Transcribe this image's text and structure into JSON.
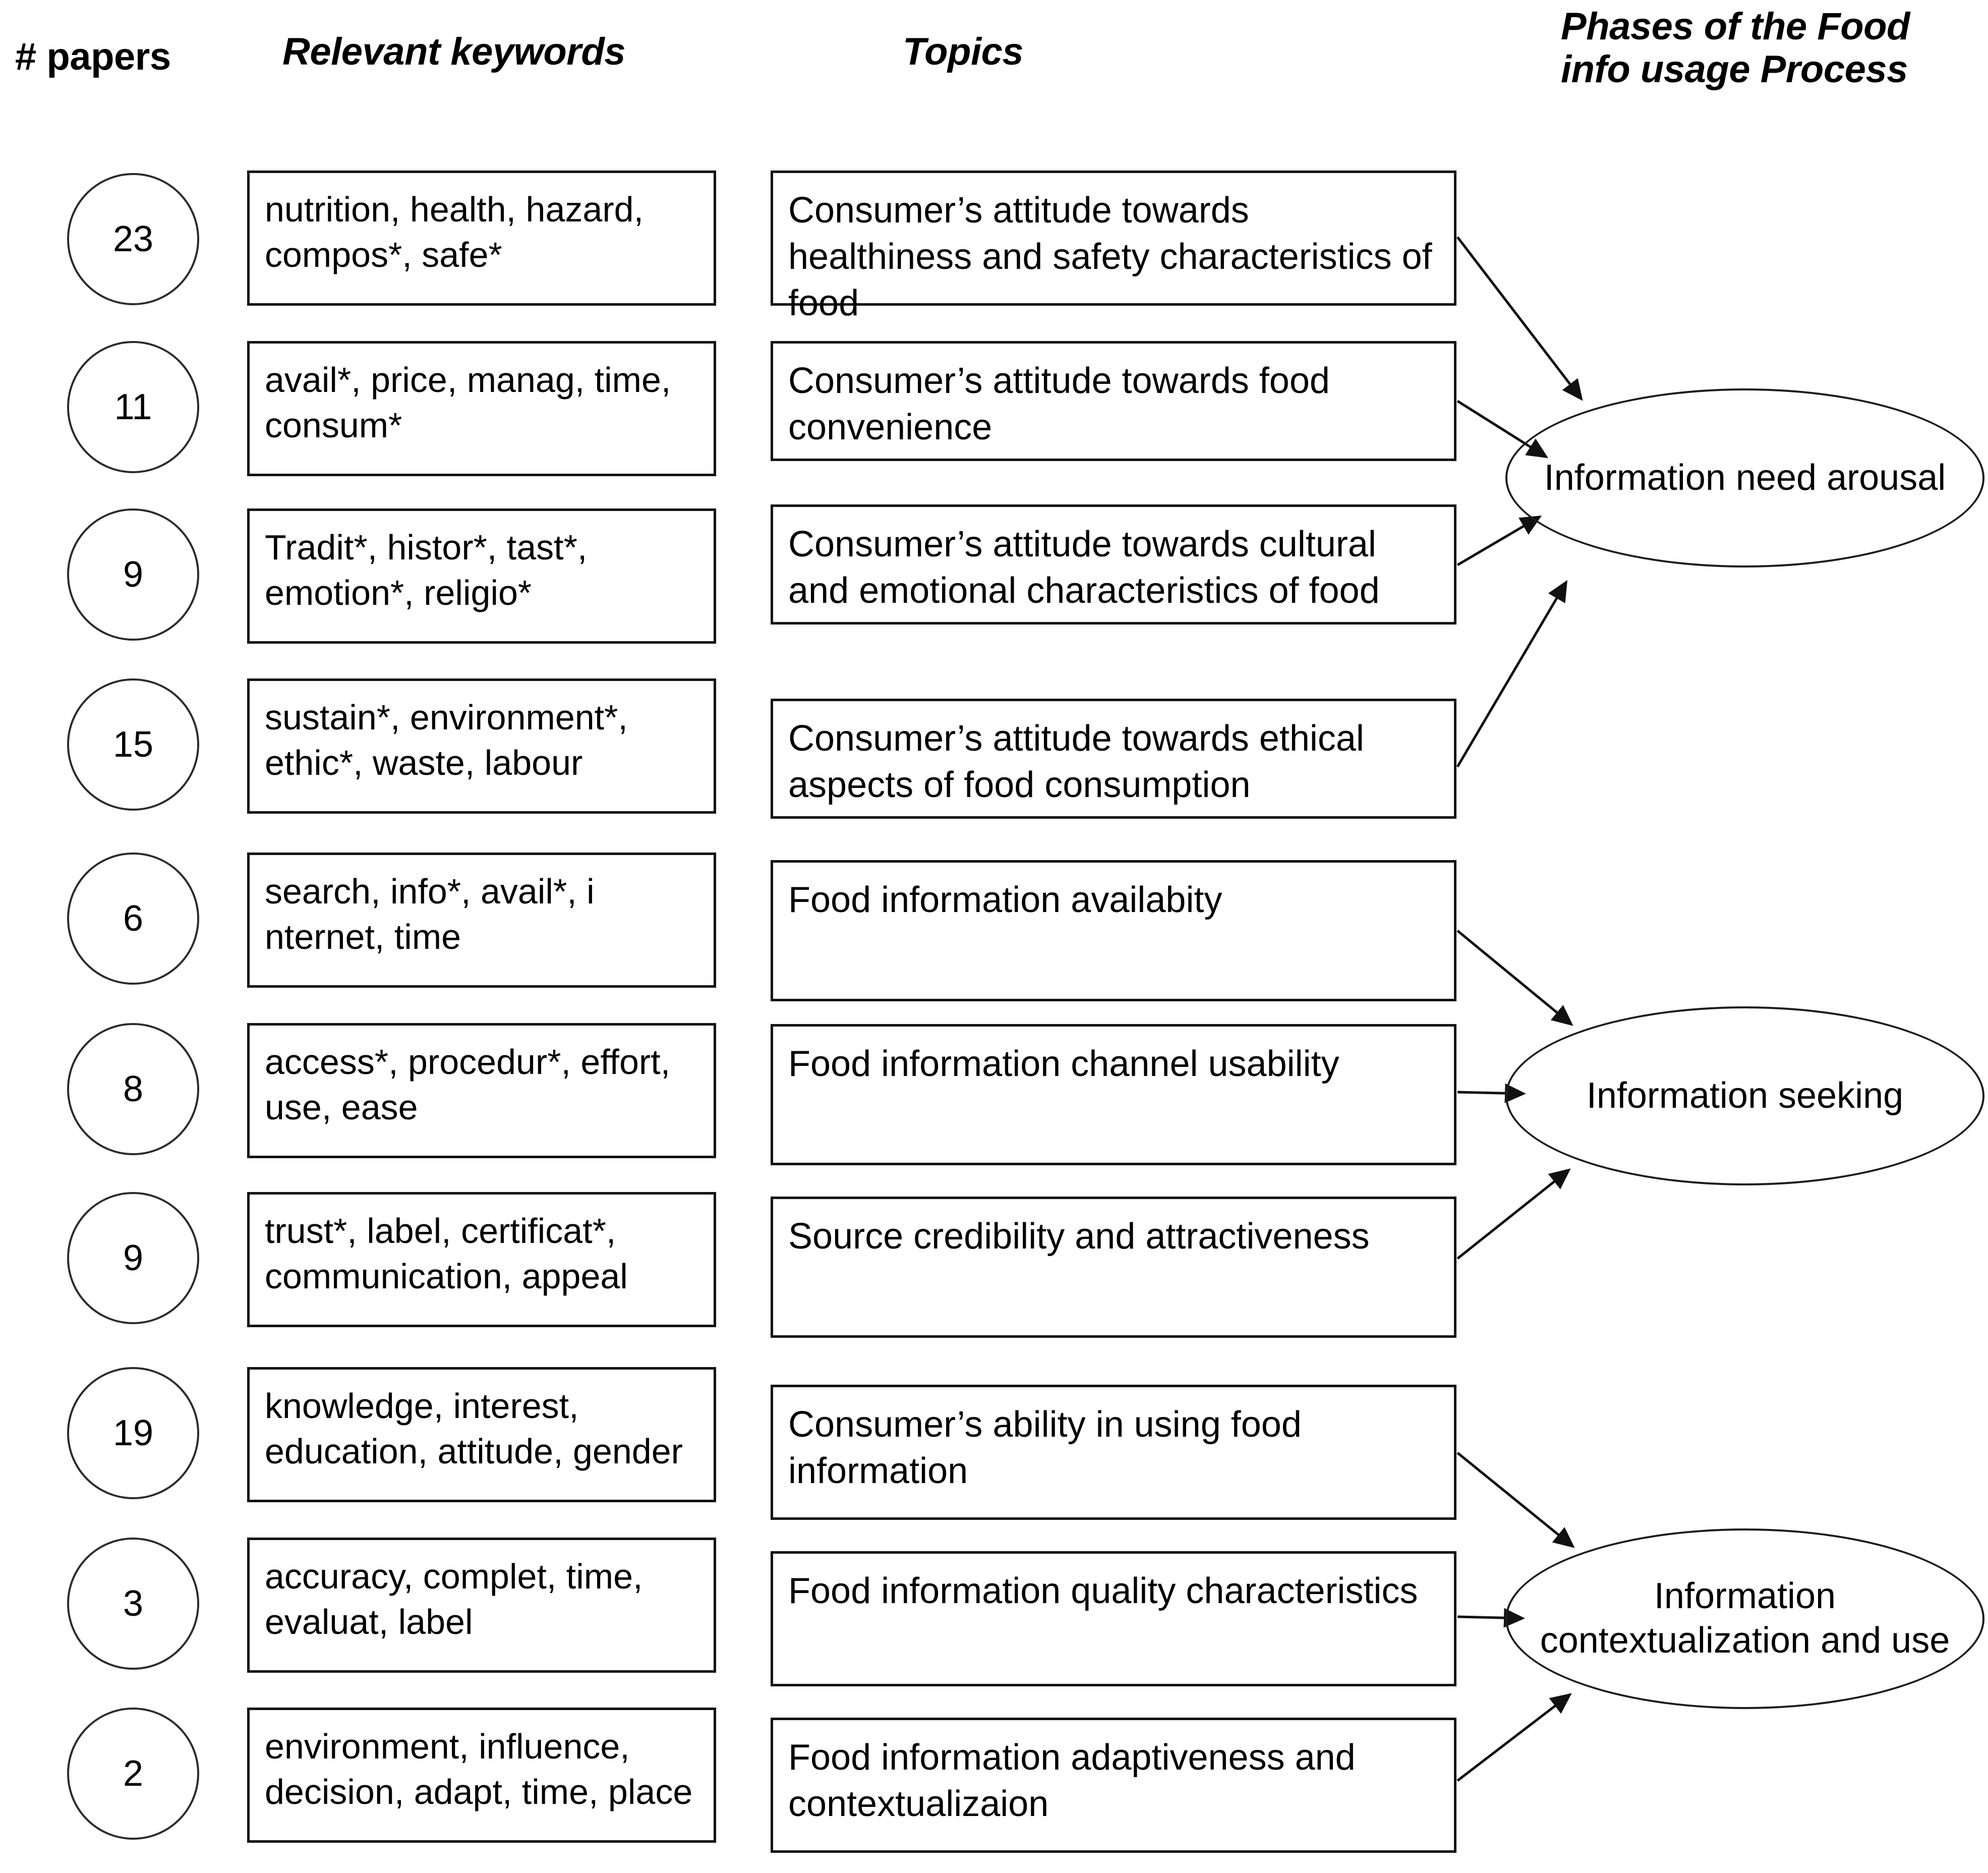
{
  "headers": {
    "papers": "# papers",
    "keywords": "Relevant keywords",
    "topics": "Topics",
    "phases": "Phases of the Food\ninfo usage Process"
  },
  "rows": [
    {
      "count": "23",
      "keywords": "nutrition, health, hazard, compos*, safe*",
      "topic": "Consumer’s attitude towards healthiness and safety characteristics of food",
      "phase_index": 0
    },
    {
      "count": "11",
      "keywords": "avail*, price, manag, time, consum*",
      "topic": "Consumer’s attitude towards food convenience",
      "phase_index": 0
    },
    {
      "count": "9",
      "keywords": "Tradit*, histor*, tast*, emotion*, religio*",
      "topic": "Consumer’s attitude towards cultural and emotional characteristics of food",
      "phase_index": 0
    },
    {
      "count": "15",
      "keywords": "sustain*, environment*, ethic*, waste, labour",
      "topic": "Consumer’s attitude towards ethical aspects of food consumption",
      "phase_index": 0
    },
    {
      "count": "6",
      "keywords": "search, info*, avail*, i nternet, time",
      "topic": "Food information availabity",
      "phase_index": 1
    },
    {
      "count": "8",
      "keywords": "access*, procedur*, effort, use, ease",
      "topic": "Food information channel usability",
      "phase_index": 1
    },
    {
      "count": "9",
      "keywords": "trust*, label, certificat*, communication, appeal",
      "topic": "Source credibility and attractiveness",
      "phase_index": 1
    },
    {
      "count": "19",
      "keywords": "knowledge, interest, education, attitude, gender",
      "topic": "Consumer’s ability in using food information",
      "phase_index": 2
    },
    {
      "count": "3",
      "keywords": "accuracy, complet, time, evaluat, label",
      "topic": "Food information quality characteristics",
      "phase_index": 2
    },
    {
      "count": "2",
      "keywords": "environment, influence, decision, adapt, time, place",
      "topic": "Food information adaptiveness and contextualizaion",
      "phase_index": 2
    }
  ],
  "phases": [
    {
      "label": "Information need arousal"
    },
    {
      "label": "Information seeking"
    },
    {
      "label": "Information\ncontextualization and use"
    }
  ],
  "colors": {
    "ink": "#000000",
    "stroke": "#111111",
    "background": "#ffffff"
  }
}
